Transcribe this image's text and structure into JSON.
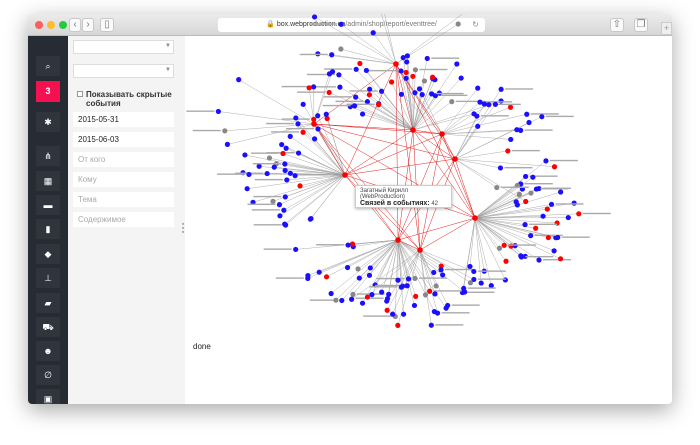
{
  "browser": {
    "url_host": "box.webproduction.ua",
    "url_path": "/admin/shop/report/eventtree/",
    "back": "‹",
    "forward": "›"
  },
  "sidebar": {
    "badge": "3",
    "items": [
      "search-icon",
      "settings-icon",
      "structure-icon",
      "calendar-icon",
      "briefcase-icon",
      "clipboard-icon",
      "chat-icon",
      "sitemap-icon",
      "folder-icon",
      "cart-icon",
      "users-icon",
      "paperclip-icon",
      "gift-icon"
    ]
  },
  "filters": {
    "select1": "",
    "select2": "",
    "show_hidden_label": "Показывать скрытые события",
    "date_from": "2015-05-31",
    "date_to": "2015-06-03",
    "from_placeholder": "От кого",
    "to_placeholder": "Кому",
    "subject_placeholder": "Тема",
    "content_placeholder": "Содержимое"
  },
  "tooltip": {
    "name": "Загатный Кирилл (WebProduction)",
    "links_label": "Связей в событиях:",
    "links_value": "42"
  },
  "status": "done",
  "colors": {
    "accent": "#f5114f",
    "node_person": "#1a0fff",
    "node_hub": "#ff0000",
    "node_other": "#888888"
  }
}
